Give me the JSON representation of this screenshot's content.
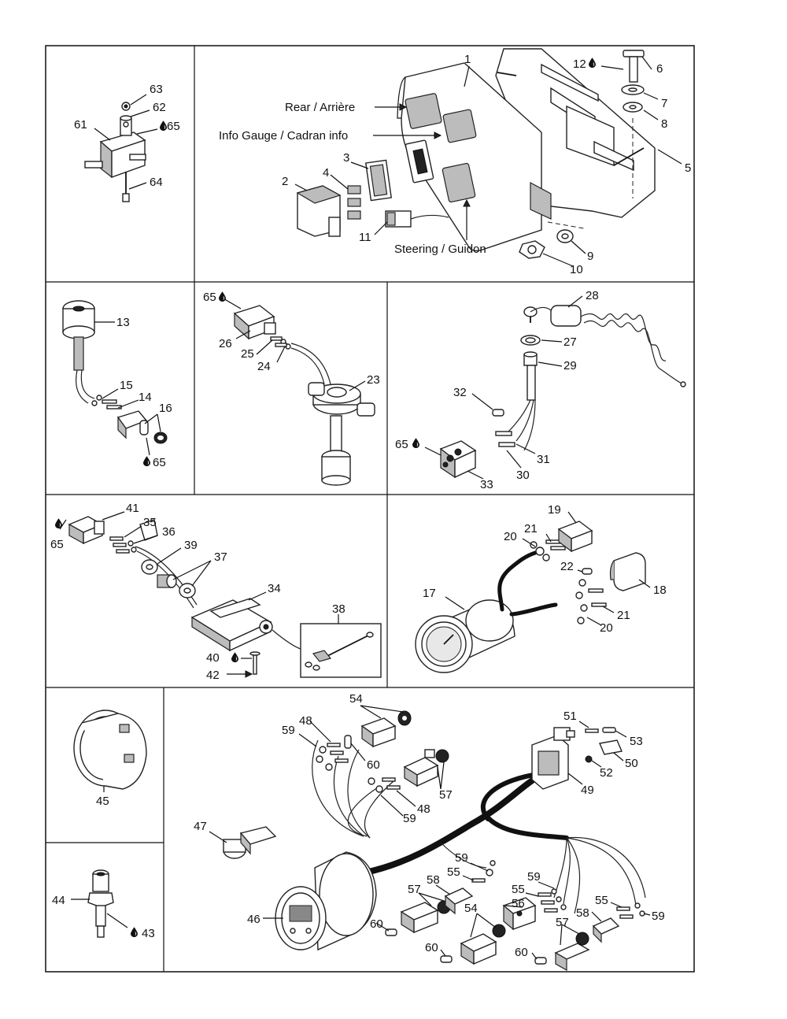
{
  "callouts": {
    "rear": "Rear / Arrière",
    "info_gauge": "Info Gauge / Cadran info",
    "steering": "Steering / Guidon"
  },
  "part_numbers": {
    "p1": "1",
    "p2": "2",
    "p3": "3",
    "p4": "4",
    "p5": "5",
    "p6": "6",
    "p7": "7",
    "p8": "8",
    "p9": "9",
    "p10": "10",
    "p11": "11",
    "p12": "12",
    "p13": "13",
    "p14": "14",
    "p15": "15",
    "p16": "16",
    "p17": "17",
    "p18": "18",
    "p19": "19",
    "p20": "20",
    "p21": "21",
    "p22": "22",
    "p23": "23",
    "p24": "24",
    "p25": "25",
    "p26": "26",
    "p27": "27",
    "p28": "28",
    "p29": "29",
    "p30": "30",
    "p31": "31",
    "p32": "32",
    "p33": "33",
    "p34": "34",
    "p35": "35",
    "p36": "36",
    "p37": "37",
    "p38": "38",
    "p39": "39",
    "p40": "40",
    "p41": "41",
    "p42": "42",
    "p43": "43",
    "p44": "44",
    "p45": "45",
    "p46": "46",
    "p47": "47",
    "p48": "48",
    "p49": "49",
    "p50": "50",
    "p51": "51",
    "p52": "52",
    "p53": "53",
    "p54": "54",
    "p55": "55",
    "p56": "56",
    "p57": "57",
    "p58": "58",
    "p59": "59",
    "p60": "60",
    "p61": "61",
    "p62": "62",
    "p63": "63",
    "p64": "64",
    "p65": "65"
  },
  "icons": {
    "drop": "lubricant-drop-icon"
  },
  "colors": {
    "line": "#111111",
    "shade": "#bcbcbc",
    "background": "#ffffff"
  }
}
